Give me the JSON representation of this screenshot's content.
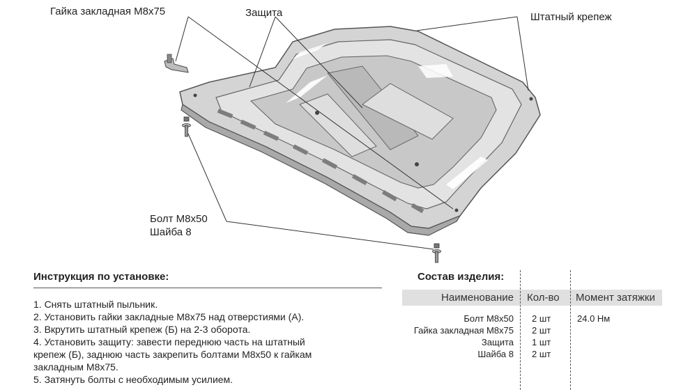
{
  "labels": {
    "nut": "Гайка закладная М8x75",
    "shield": "Защита",
    "fastener": "Штатный крепеж",
    "bolt": "Болт М8х50",
    "washer": "Шайба 8"
  },
  "instructions": {
    "title": "Инструкция по установке:",
    "steps": [
      "1. Снять штатный пыльник.",
      "2. Установить гайки закладные М8x75 над отверстиями (А).",
      "3. Вкрутить штатный крепеж (Б) на 2-3 оборота.",
      "4. Установить защиту: завести переднюю часть на штатный",
      "крепеж (Б), заднюю часть закрепить болтами М8х50 к гайкам",
      "закладным М8x75.",
      "5. Затянуть болты с необходимым усилием."
    ]
  },
  "composition": {
    "title": "Состав изделия:",
    "headers": {
      "name": "Наименование",
      "qty": "Кол-во",
      "torque": "Момент затяжки"
    },
    "rows": [
      {
        "name": "Болт М8х50",
        "qty": "2 шт",
        "torque": "24.0 Нм"
      },
      {
        "name": "Гайка закладная М8x75",
        "qty": "2 шт",
        "torque": ""
      },
      {
        "name": "Защита",
        "qty": "1 шт",
        "torque": ""
      },
      {
        "name": "Шайба 8",
        "qty": "2 шт",
        "torque": ""
      }
    ]
  }
}
